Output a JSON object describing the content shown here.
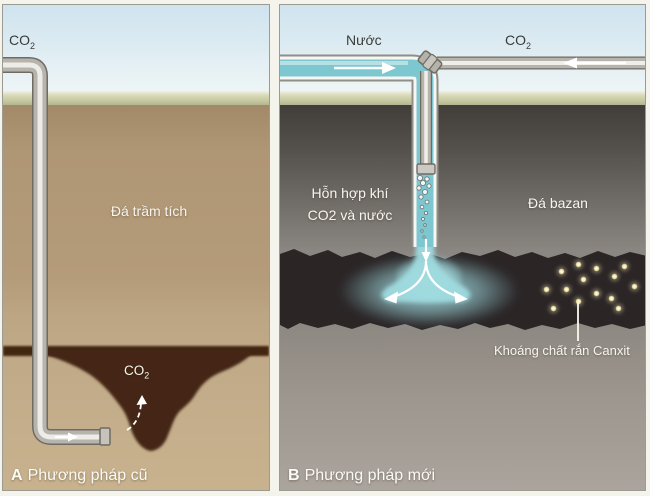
{
  "figure": {
    "description_note": "Two-panel diagram comparing CO2 underground storage methods",
    "panel_a": {
      "caption_letter": "A",
      "caption_text": "Phương pháp cũ",
      "pipe_label": {
        "base": "CO",
        "sub": "2"
      },
      "rock_label": "Đá trầm tích",
      "plume_label": {
        "base": "CO",
        "sub": "2"
      }
    },
    "panel_b": {
      "caption_letter": "B",
      "caption_text": "Phương pháp mới",
      "water_pipe_label": "Nước",
      "co2_pipe_label": {
        "base": "CO",
        "sub": "2"
      },
      "mixture_label_line1": "Hỗn hợp khí",
      "mixture_label_line2": "CO2 và nước",
      "rock_label": "Đá bazan",
      "mineral_label": "Khoáng chất rắn Canxit"
    }
  },
  "colors": {
    "sky_top": "#cfe3ef",
    "land_green": "#c3c69e",
    "sedimentary_brown": "#b49b79",
    "co2_plume_brown": "#452713",
    "basalt_gray": "#8a8681",
    "basalt_dark_band": "#2b2526",
    "water_teal": "#7cc7d0",
    "pipe_gray": "#b7b4ae",
    "calcite_glow": "#f3e6a9",
    "label_light": "#f7f5ee",
    "label_dark": "#3c3c38"
  }
}
